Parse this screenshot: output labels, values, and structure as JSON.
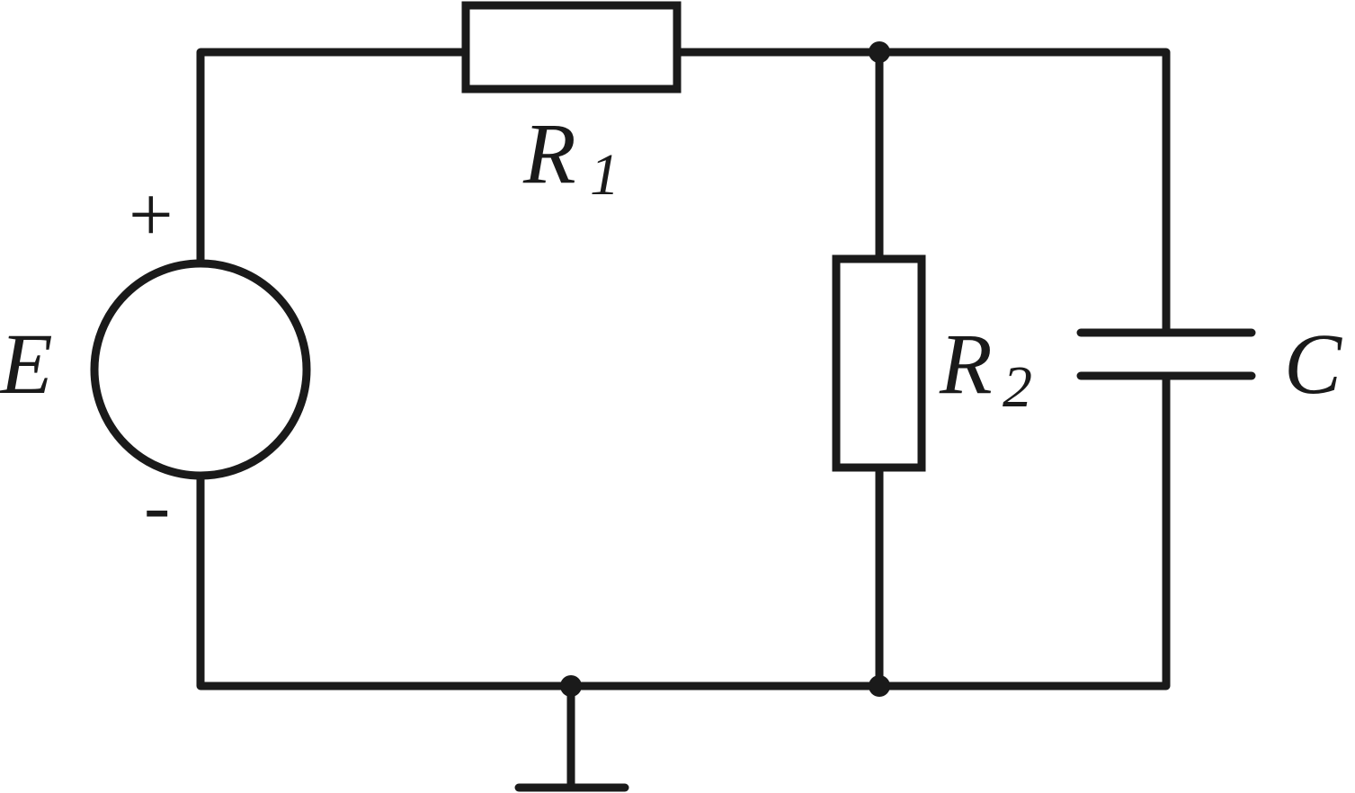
{
  "labels": {
    "source": "E",
    "plus": "+",
    "minus": "-",
    "r1_main": "R",
    "r1_sub": "1",
    "r2_main": "R",
    "r2_sub": "2",
    "capacitor": "C"
  },
  "colors": {
    "ink": "#1a1a1a",
    "background": "#ffffff"
  }
}
